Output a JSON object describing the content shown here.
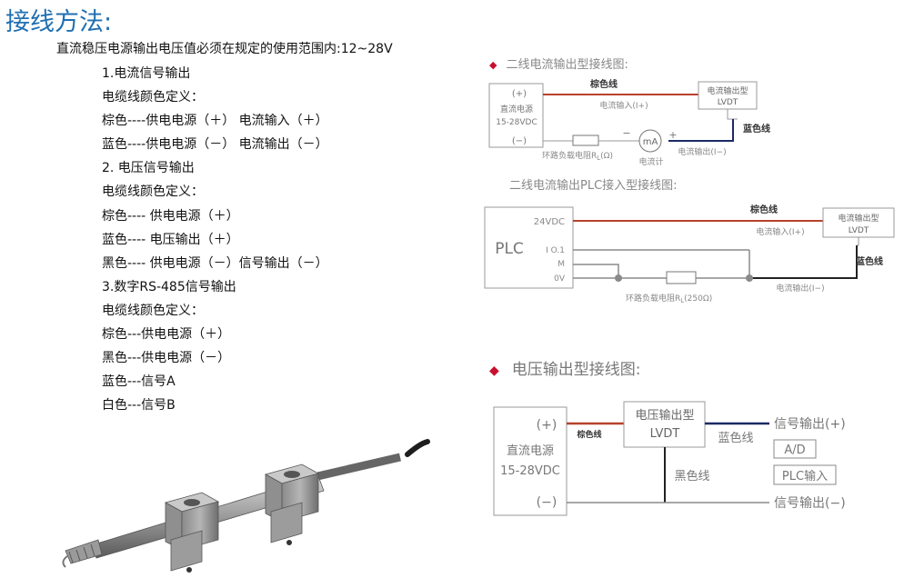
{
  "title": "接线方法:",
  "intro": "直流稳压电源输出电压值必须在规定的使用范围内:12~28V",
  "lines": [
    "1.电流信号输出",
    "电缆线颜色定义：",
    "棕色----供电电源（＋） 电流输入（＋）",
    "蓝色----供电电源（－） 电流输出（－）",
    "2. 电压信号输出",
    "电缆线颜色定义：",
    "棕色---- 供电电源（＋）",
    "蓝色---- 电压输出（＋）",
    "黑色---- 供电电源（－）信号输出（－）",
    "3.数字RS-485信号输出",
    "电缆线颜色定义：",
    "棕色---供电电源（＋）",
    "黑色---供电电源（－）",
    "蓝色---信号A",
    "白色---信号B"
  ],
  "diagram1": {
    "heading": "二线电流输出型接线图:",
    "plus": "(+)",
    "minus": "(−)",
    "source1": "直流电源",
    "source2": "15-28VDC",
    "brown": "棕色线",
    "current_in": "电流输入(I+)",
    "lvdt1": "电流输出型",
    "lvdt2": "LVDT",
    "blue": "蓝色线",
    "current_out": "电流输出(I−)",
    "resistor": "环路负载电阻R",
    "resistor_sub": "L",
    "resistor_unit": "(Ω)",
    "meter": "mA",
    "meter_label": "电流计",
    "meter_minus": "−",
    "meter_plus": "+"
  },
  "diagram2": {
    "heading": "二线电流输出PLC接入型接线图:",
    "plc": "PLC",
    "v24": "24VDC",
    "io": "I O.1",
    "m": "M",
    "v0": "0V",
    "brown": "棕色线",
    "current_in": "电流输入(I+)",
    "lvdt1": "电流输出型",
    "lvdt2": "LVDT",
    "blue": "蓝色线",
    "current_out": "电流输出(I−)",
    "resistor": "环路负载电阻R",
    "resistor_sub": "L",
    "resistor_unit": "(250Ω)"
  },
  "diagram3": {
    "heading": "电压输出型接线图:",
    "plus": "(+)",
    "minus": "(−)",
    "source1": "直流电源",
    "source2": "15-28VDC",
    "brown": "棕色线",
    "lvdt1": "电压输出型",
    "lvdt2": "LVDT",
    "blue": "蓝色线",
    "black": "黑色线",
    "sig_plus": "信号输出(+)",
    "ad": "A/D",
    "plc_in": "PLC输入",
    "sig_minus": "信号输出(−)"
  },
  "colors": {
    "brown_wire": "#b8412b",
    "blue_wire": "#1a2a66",
    "black_wire": "#222222",
    "gray_wire": "#8a8a8a",
    "title": "#1f6fb2",
    "diamond": "#c8102e"
  },
  "icons": {
    "sensor": "lvdt-sensor-photo",
    "diamond": "diamond-icon"
  }
}
